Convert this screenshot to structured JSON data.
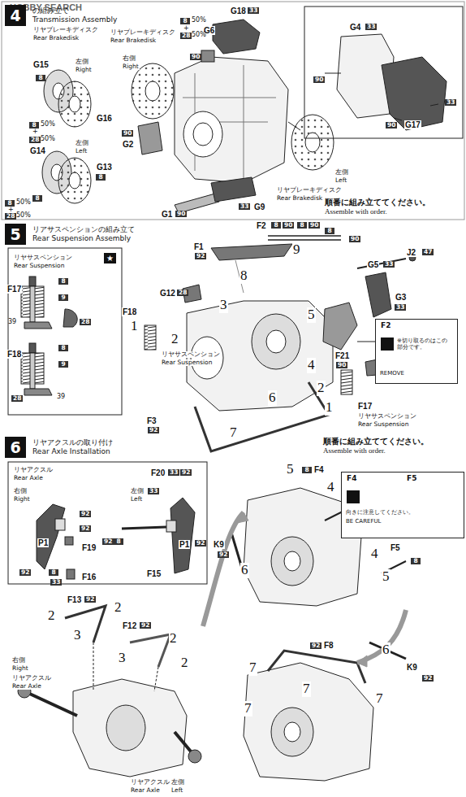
{
  "diagram": {
    "nodes": [
      {
        "text": [
          "4",
          "の組み立て",
          "Transmission Assembly"
        ]
      },
      {
        "text": [
          "5",
          "リアサスペンションの組み立て",
          "Rear Suspension Assembly"
        ]
      },
      {
        "text": [
          "6",
          "リヤアクスルの取り付け",
          "Rear Axle Installation"
        ]
      },
      {
        "text": [
          "F2",
          "※切り取るのはこの部分です。",
          "REMOVE"
        ]
      },
      {
        "text": [
          "F4",
          "F5",
          "向きに注意してください。",
          "BE CAREFUL"
        ]
      }
    ],
    "labels": [
      "HOBBY SEARCH",
      "リヤブレーキディスク",
      "Rear Brakedisk",
      "G15",
      "左側",
      "Right",
      "8",
      "8",
      "50%",
      "+",
      "28",
      "50%",
      "G16",
      "G14",
      "左側",
      "Left",
      "G13",
      "8",
      "8",
      "8",
      "50%",
      "+",
      "28",
      "50%",
      "リヤブレーキディスク",
      "Rear Brakedisk",
      "右側",
      "Right",
      "8",
      "50%",
      "G6",
      "+",
      "28",
      "50%",
      "G18",
      "33",
      "90",
      "90",
      "G2",
      "G1",
      "90",
      "33",
      "G9",
      "左側",
      "Left",
      "リヤブレーキディスク",
      "Rear Brakedisk",
      "G4",
      "33",
      "90",
      "33",
      "90",
      "G17",
      "順番に組み立ててください。",
      "Assemble with order.",
      "リヤサスペンション",
      "Rear Suspension",
      "★",
      "F17",
      "8",
      "9",
      "28",
      "39",
      "F18",
      "8",
      "9",
      "28",
      "39",
      "F2",
      "8",
      "90",
      "8",
      "90",
      "9",
      "8",
      "90",
      "F1",
      "92",
      "8",
      "G5",
      "33",
      "J2",
      "47",
      "G12",
      "28",
      "3",
      "5",
      "G3",
      "33",
      "F18",
      "1",
      "2",
      "リヤサスペンション",
      "Rear Suspension",
      "F21",
      "90",
      "4",
      "G12",
      "28",
      "F3",
      "92",
      "7",
      "6",
      "2",
      "1",
      "F17",
      "リヤサスペンション",
      "Rear Suspension",
      "順番に組み立ててください。",
      "Assemble with order.",
      "リヤアクスル",
      "Rear Axle",
      "右側",
      "Right",
      "左側",
      "Left",
      "F20",
      "33",
      "92",
      "92",
      "92",
      "33",
      "F19",
      "P1",
      "8",
      "33",
      "F16",
      "92",
      "92",
      "8",
      "P1",
      "F15",
      "92",
      "5",
      "8",
      "F4",
      "4",
      "K9",
      "92",
      "6",
      "F5",
      "4",
      "8",
      "5",
      "F13",
      "92",
      "2",
      "2",
      "3",
      "F12",
      "92",
      "2",
      "3",
      "2",
      "右側",
      "Right",
      "リヤアクスル",
      "Rear Axle",
      "リヤアクスル",
      "左側",
      "Rear Axle",
      "Left",
      "6",
      "K9",
      "92",
      "7",
      "92",
      "F8",
      "7",
      "7",
      "7"
    ]
  }
}
